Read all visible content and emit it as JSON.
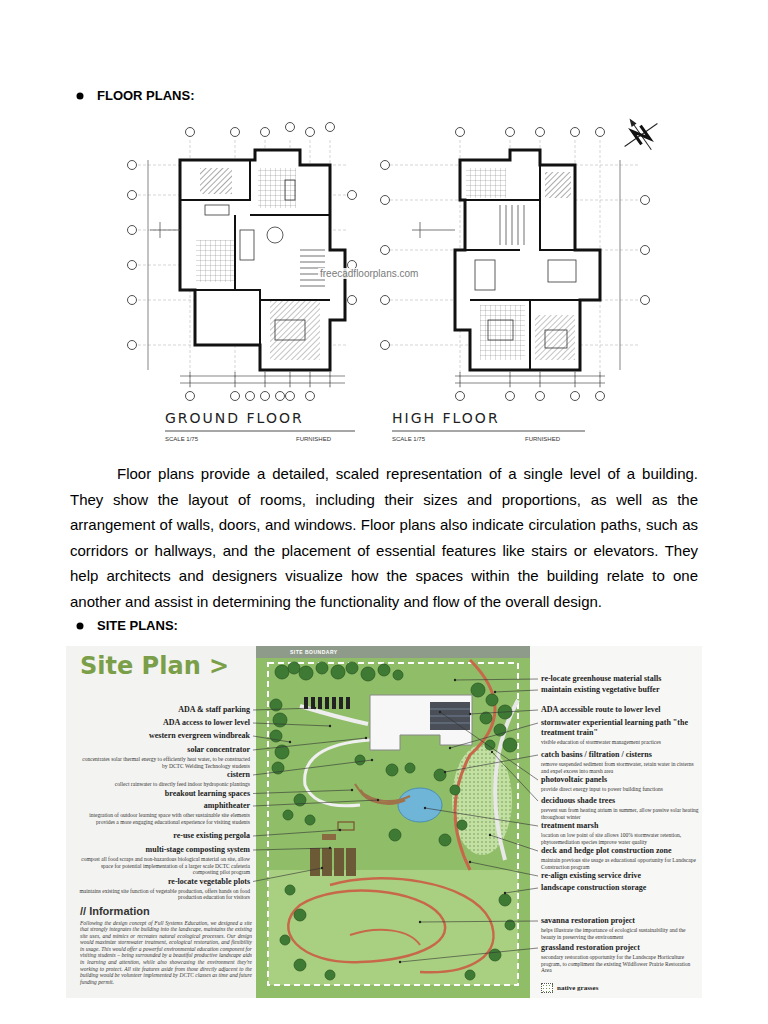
{
  "diagram": {
    "labels": [
      "FLOOR PLANS:",
      "freecadfloorplans.com",
      "GROUND FLOOR",
      "SCALE 1/75",
      "FURNISHED",
      "HIGH FLOOR",
      "SCALE 1/75",
      "FURNISHED",
      "Floor plans provide a detailed, scaled representation of a single level of a building. They show the layout of rooms, including their sizes and proportions, as well as the arrangement of walls, doors, and windows. Floor plans also indicate circulation paths, such as corridors or hallways, and the placement of essential features like stairs or elevators. They help architects and designers visualize how the spaces within the building relate to one another and assist in determining the functionality and flow of the overall design.",
      "SITE PLANS:",
      "Site Plan >",
      "SITE BOUNDARY",
      "ADA & staff parking",
      "ADA access to lower level",
      "western evergreen windbreak",
      "solar concentrator",
      "concentrates solar thermal energy to efficiently heat water, to be constructed by DCTC Welding Technology students",
      "cistern",
      "collect rainwater to directly feed indoor hydroponic plantings",
      "breakout learning spaces",
      "amphitheater",
      "integration of outdoor learning space with other sustainable site elements provides a more engaging educational experience for visiting students",
      "re-use existing pergola",
      "multi-stage composting system",
      "compost all food scraps and non-hazardous biological material on site, allow space for potential implementation of a larger scale DCTC cafeteria composting pilot program",
      "re-locate vegetable plots",
      "maintains existing site function of vegetable production, offers hands on food production education for visitors",
      "// Information",
      "Following the design concept of Full Systems Education, we designed a site that strongly integrates the building into the landscape, maintains the existing site uses, and mimics or recreates natural ecological processes. Our design would maximize stormwater treatment, ecological restoration, and flexibility in usage. This would offer a powerful environmental education component for visiting students – being surrounded by a beautiful productive landscape aids in learning and attention, while also showcasing the environment they're working to protect. All site features aside from those directly adjacent to the building would be volunteer implemented by DCTC classes as time and future funding permit.",
      "re-locate greenhouse material stalls",
      "maintain existing vegetative buffer",
      "ADA accessible route to lower level",
      "stormwater experiential learning path \"the treatment train\"",
      "visible education of stormwater management practices",
      "catch basins / filtration / cisterns",
      "remove suspended sediment from stormwater, retain water in cisterns and expel excess into marsh area",
      "photovoltaic panels",
      "provide direct energy input to power building functions",
      "deciduous shade trees",
      "prevent sun from heating atrium in summer, allow passive solar heating throughout winter",
      "treatment marsh",
      "location on low point of site allows 100% stormwater retention, phytoremediation species improve water quality",
      "deck and hedge plot construction zone",
      "maintain previous site usage as educational opportunity for Landscape Construction program",
      "re-align existing service drive",
      "landscape construction storage",
      "savanna restoration project",
      "helps illustrate the importance of ecological sustainability and the beauty in preserving the environment",
      "grassland restoration project",
      "secondary restoration opportunity for the Landscape Horticulture program, to compliment the existing Wildflower Prairie Restoration Area"
    ],
    "legend": [
      {
        "text": "native grasses"
      }
    ]
  }
}
